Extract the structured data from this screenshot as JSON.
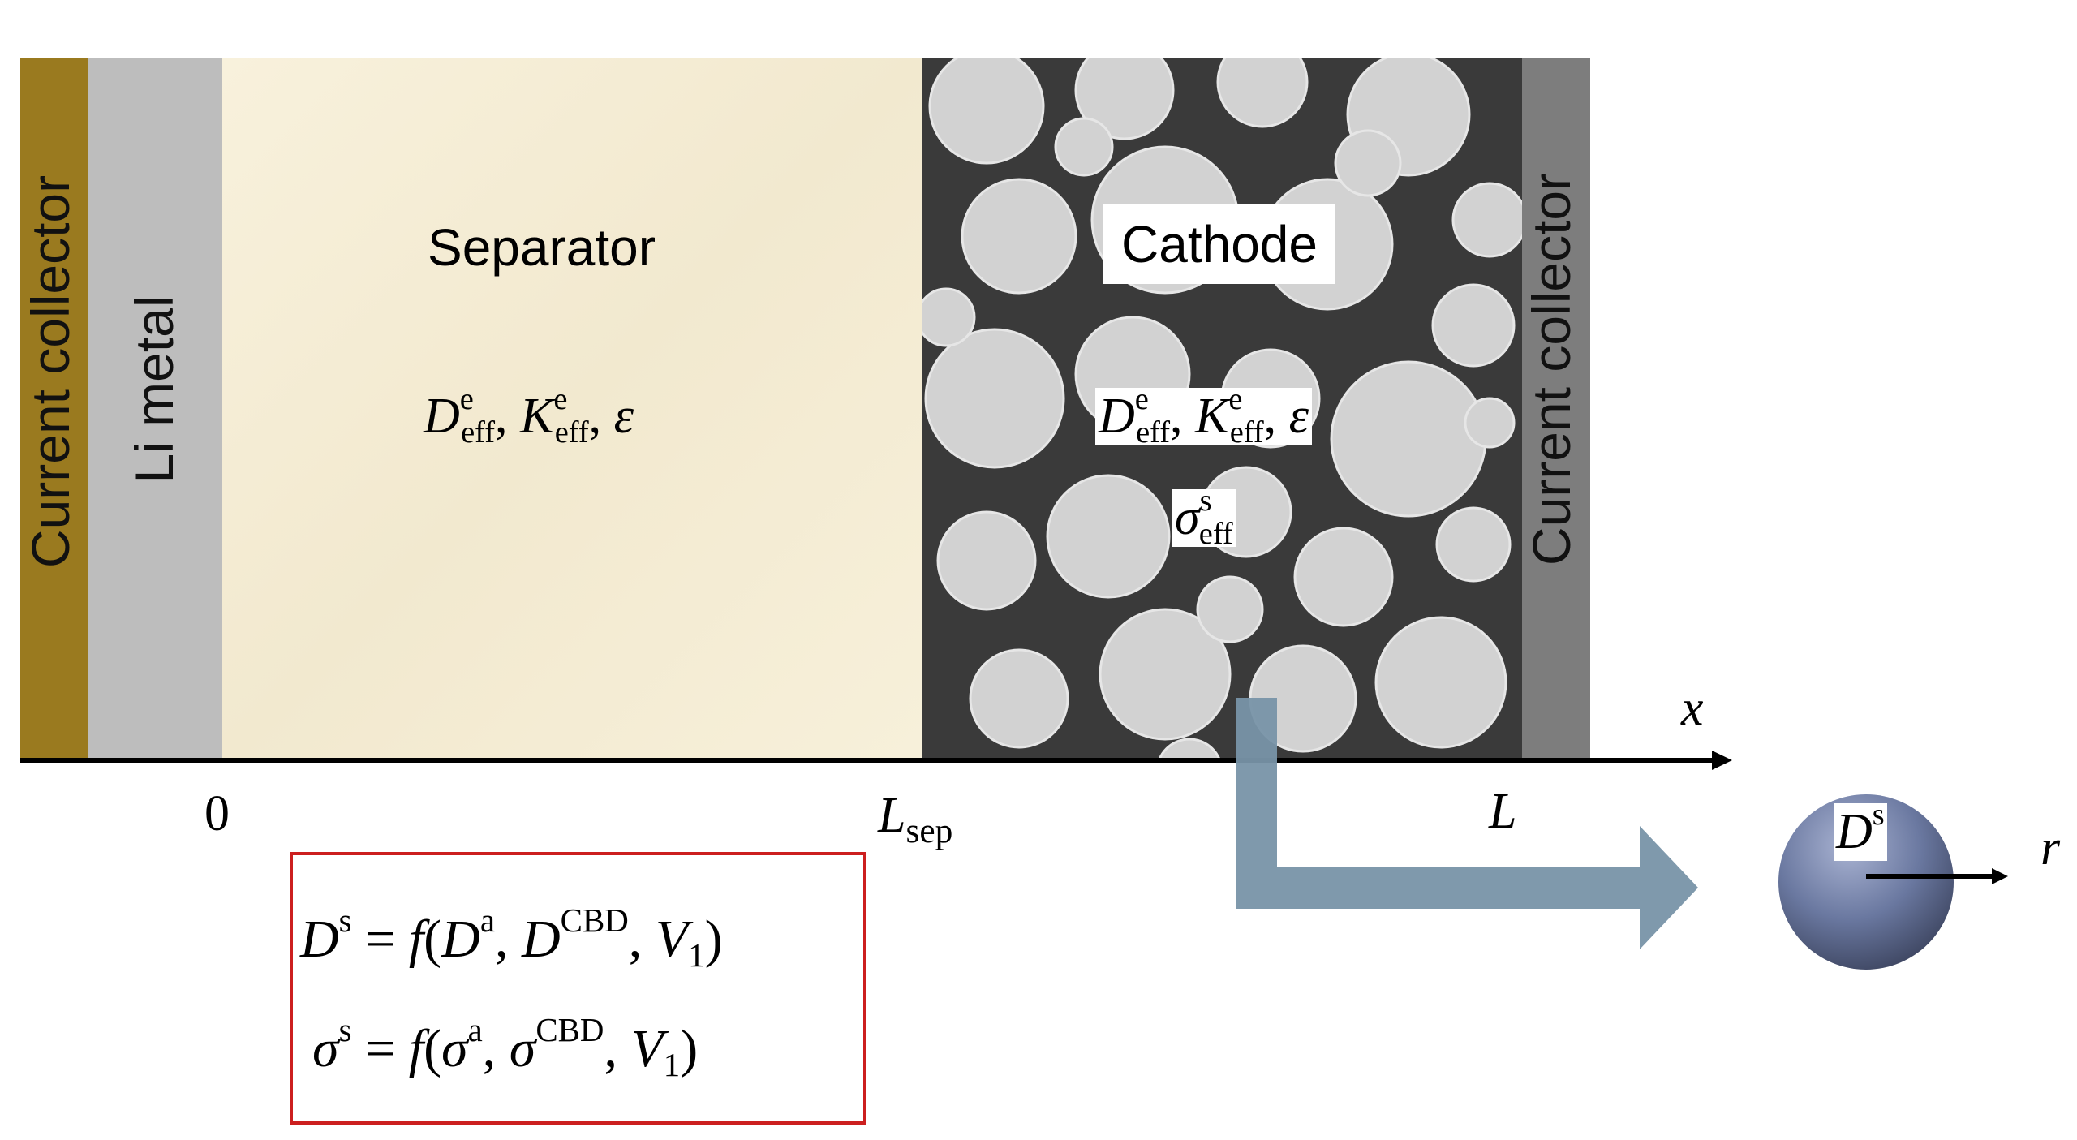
{
  "regions": {
    "left_collector": {
      "label": "Current collector",
      "color": "#9a7a1f"
    },
    "li_metal": {
      "label": "Li metal",
      "color": "#bdbdbd"
    },
    "separator": {
      "label": "Separator",
      "color": "#f6efd7"
    },
    "cathode": {
      "label": "Cathode",
      "color": "#3a3a3a"
    },
    "right_collector": {
      "label": "Current collector",
      "color": "#7d7d7d"
    }
  },
  "math": {
    "separator_props": [
      {
        "b": "D",
        "sup": "e",
        "sub": "eff"
      },
      {
        "t": ", "
      },
      {
        "b": "K",
        "sup": "e",
        "sub": "eff"
      },
      {
        "t": ", "
      },
      {
        "b": "ε"
      }
    ],
    "cathode_props": [
      {
        "b": "D",
        "sup": "e",
        "sub": "eff"
      },
      {
        "t": ", "
      },
      {
        "b": "K",
        "sup": "e",
        "sub": "eff"
      },
      {
        "t": ", "
      },
      {
        "b": "ε"
      }
    ],
    "cathode_sigma": [
      {
        "b": "σ",
        "sup": "s",
        "sub": "eff"
      }
    ],
    "particle_D": [
      {
        "b": "D",
        "sup": "s"
      }
    ],
    "eq1": [
      {
        "b": "D",
        "sup": "s"
      },
      {
        "t": " = "
      },
      {
        "b": "f"
      },
      {
        "t": "("
      },
      {
        "b": "D",
        "sup": "a"
      },
      {
        "t": ", "
      },
      {
        "b": "D",
        "sup": "CBD"
      },
      {
        "t": ", "
      },
      {
        "b": "V",
        "sub1": "1"
      },
      {
        "t": ")"
      }
    ],
    "eq2": [
      {
        "b": "σ",
        "sup": "s"
      },
      {
        "t": " = "
      },
      {
        "b": "f"
      },
      {
        "t": "("
      },
      {
        "b": "σ",
        "sup": "a"
      },
      {
        "t": ", "
      },
      {
        "b": "σ",
        "sup": "CBD"
      },
      {
        "t": ", "
      },
      {
        "b": "V",
        "sub1": "1"
      },
      {
        "t": ")"
      }
    ]
  },
  "axis": {
    "x_label": "x",
    "r_label": "r",
    "tick_zero": "0",
    "tick_lsep": {
      "main": "L",
      "sub": "sep"
    },
    "tick_L": "L"
  },
  "colors": {
    "arrow": "#7893a8",
    "box_border": "#cc1f1f",
    "particle": "#6a78a0"
  }
}
